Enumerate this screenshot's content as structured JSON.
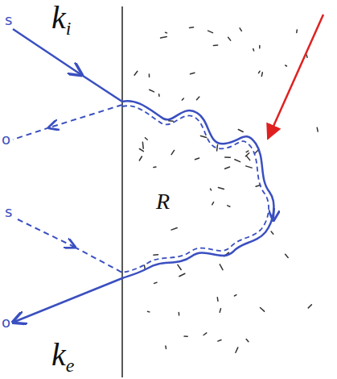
{
  "diagram": {
    "labels": [
      "s",
      "ki",
      "o",
      "R",
      "s",
      "o",
      "ke"
    ]
  }
}
